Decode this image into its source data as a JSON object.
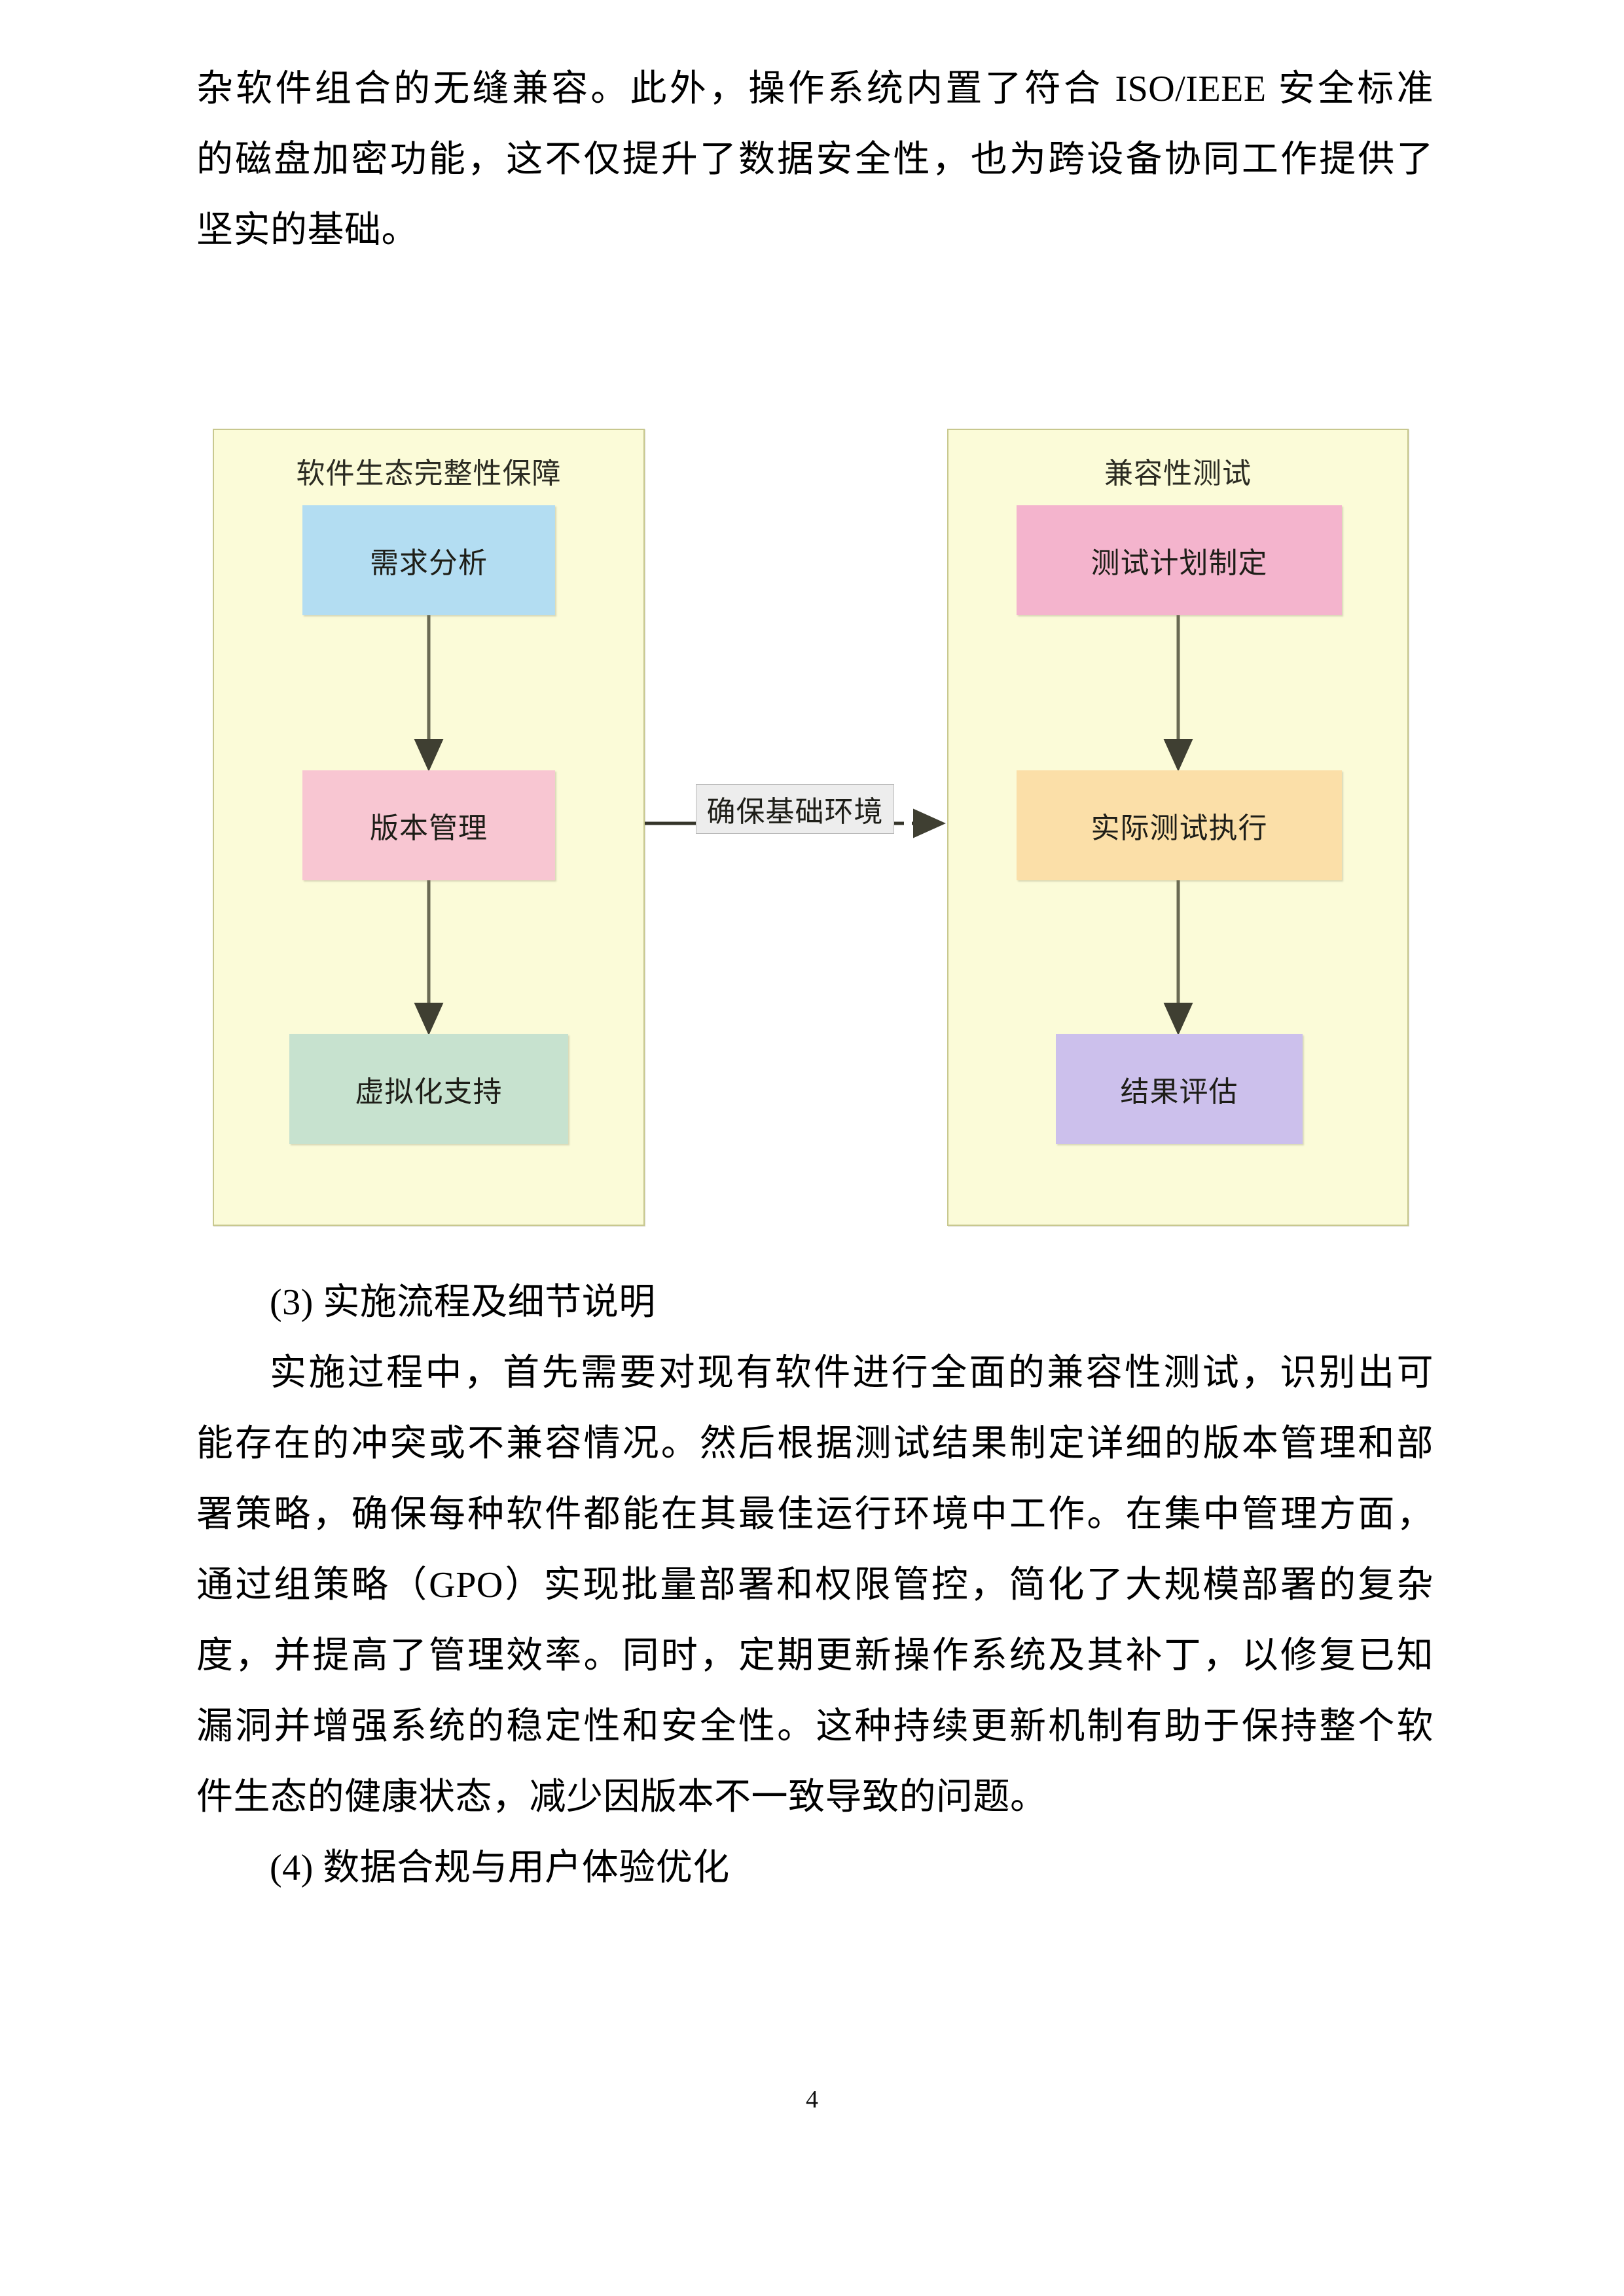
{
  "document": {
    "page_number": "4",
    "paragraphs_top": [
      "杂软件组合的无缝兼容。此外，操作系统内置了符合 ISO/IEEE 安全标准",
      "的磁盘加密功能，这不仅提升了数据安全性，也为跨设备协同工作提供了",
      "坚实的基础。"
    ],
    "heading_3": "(3) 实施流程及细节说明",
    "paragraphs_mid": [
      "实施过程中，首先需要对现有软件进行全面的兼容性测试，识别出可",
      "能存在的冲突或不兼容情况。然后根据测试结果制定详细的版本管理和部",
      "署策略，确保每种软件都能在其最佳运行环境中工作。在集中管理方面，",
      "通过组策略（GPO）实现批量部署和权限管控，简化了大规模部署的复杂",
      "度，并提高了管理效率。同时，定期更新操作系统及其补丁，以修复已知",
      "漏洞并增强系统的稳定性和安全性。这种持续更新机制有助于保持整个软",
      "件生态的健康状态，减少因版本不一致导致的问题。"
    ],
    "heading_4": "(4) 数据合规与用户体验优化"
  },
  "diagram": {
    "type": "flowchart",
    "clusters": [
      {
        "id": "left",
        "title": "软件生态完整性保障",
        "background": "#fbfbd8",
        "border": "#c8c88f",
        "nodes": [
          {
            "id": "n1",
            "label": "需求分析",
            "color": "#b3ddf2"
          },
          {
            "id": "n2",
            "label": "版本管理",
            "color": "#f8c6d2"
          },
          {
            "id": "n3",
            "label": "虚拟化支持",
            "color": "#c7e2cf"
          }
        ]
      },
      {
        "id": "right",
        "title": "兼容性测试",
        "background": "#fbfbd8",
        "border": "#c8c88f",
        "nodes": [
          {
            "id": "m1",
            "label": "测试计划制定",
            "color": "#f4b4cd"
          },
          {
            "id": "m2",
            "label": "实际测试执行",
            "color": "#fbdfa8"
          },
          {
            "id": "m3",
            "label": "结果评估",
            "color": "#ccc0ec"
          }
        ]
      }
    ],
    "edges": [
      {
        "from": "n1",
        "to": "n2",
        "label": ""
      },
      {
        "from": "n2",
        "to": "n3",
        "label": ""
      },
      {
        "from": "m1",
        "to": "m2",
        "label": ""
      },
      {
        "from": "m2",
        "to": "m3",
        "label": ""
      },
      {
        "from": "n2",
        "to": "m2",
        "label": "确保基础环境"
      }
    ],
    "edge_label_text": "确保基础环境",
    "edge_label_background": "#ededed",
    "arrow_color": "#4a4a3c"
  }
}
